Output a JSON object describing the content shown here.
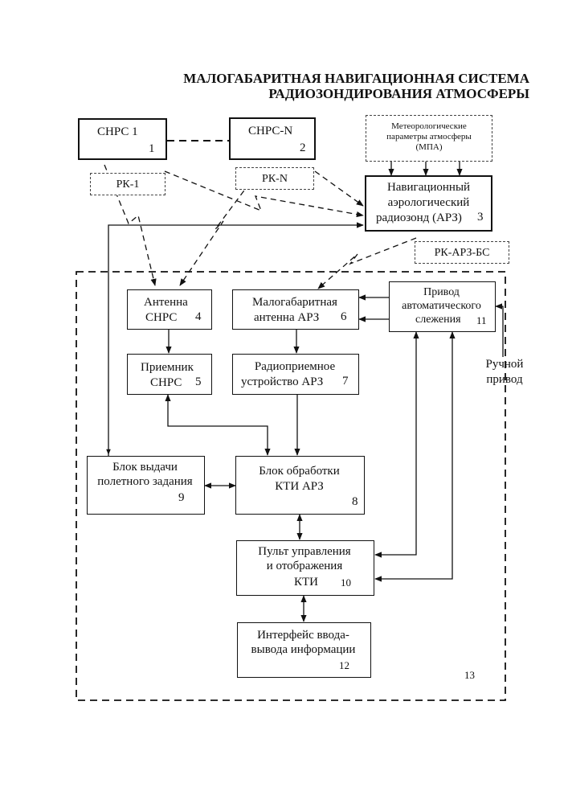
{
  "title": {
    "line1": "МАЛОГАБАРИТНАЯ НАВИГАЦИОННАЯ СИСТЕМА",
    "line2": "РАДИОЗОНДИРОВАНИЯ АТМОСФЕРЫ"
  },
  "blocks": {
    "b1": {
      "label": "СНРС 1",
      "num": "1"
    },
    "b2": {
      "label": "СНРС-N",
      "num": "2"
    },
    "mpa": {
      "line1": "Метеорологические",
      "line2": "параметры атмосферы",
      "line3": "(МПА)"
    },
    "b3": {
      "line1": "Навигационный",
      "line2": "аэрологический",
      "line3": "радиозонд (АРЗ)",
      "num": "3"
    },
    "rk1": {
      "label": "РК-1"
    },
    "rkn": {
      "label": "РК-N"
    },
    "rkarz": {
      "label": "РК-АРЗ-БС"
    },
    "b4": {
      "line1": "Антенна",
      "line2": "СНРС",
      "num": "4"
    },
    "b5": {
      "line1": "Приемник",
      "line2": "СНРС",
      "num": "5"
    },
    "b6": {
      "line1": "Малогабаритная",
      "line2": "антенна АРЗ",
      "num": "6"
    },
    "b7": {
      "line1": "Радиоприемное",
      "line2": "устройство АРЗ",
      "num": "7"
    },
    "b8": {
      "line1": "Блок обработки",
      "line2": "КТИ АРЗ",
      "num": "8"
    },
    "b9": {
      "line1": "Блок выдачи",
      "line2": "полетного задания",
      "num": "9"
    },
    "b10": {
      "line1": "Пульт управления",
      "line2": "и отображения",
      "line3": "КТИ",
      "num": "10"
    },
    "b11": {
      "line1": "Привод",
      "line2": "автоматического",
      "line3": "слежения",
      "num": "11"
    },
    "b12": {
      "line1": "Интерфейс ввода-",
      "line2": "вывода информации",
      "num": "12"
    },
    "b13": {
      "num": "13"
    }
  },
  "manual": {
    "line1": "Ручной",
    "line2": "привод"
  }
}
